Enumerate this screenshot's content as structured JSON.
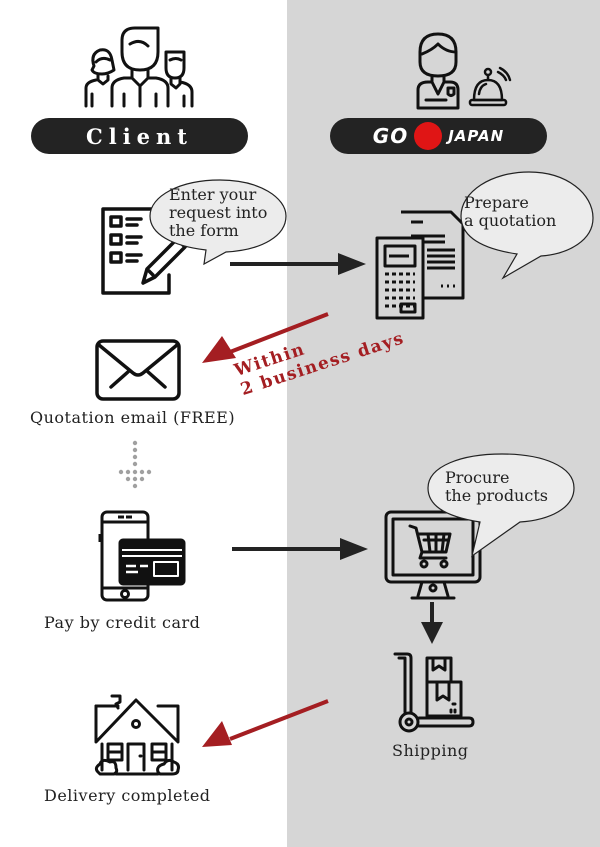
{
  "columns": {
    "client": {
      "label": "Client",
      "background": "#ffffff"
    },
    "company": {
      "logo_left": "GO",
      "logo_right": "JAPAN",
      "logo_dot_color": "#e01515",
      "background": "#d6d6d6"
    }
  },
  "steps": {
    "form": {
      "icon": "form-pencil-icon",
      "bubble": "Enter your\nrequest into\nthe form"
    },
    "quotation": {
      "icon": "calculator-document-icon",
      "bubble": "Prepare\na quotation"
    },
    "email": {
      "icon": "envelope-icon",
      "label": "Quotation email (FREE)"
    },
    "timing_note": {
      "text": "Within\n2 business days",
      "color": "#a41e22"
    },
    "payment": {
      "icon": "phone-credit-card-icon",
      "label": "Pay by credit card"
    },
    "procure": {
      "icon": "monitor-cart-icon",
      "bubble": "Procure\nthe products"
    },
    "shipping": {
      "icon": "hand-truck-boxes-icon",
      "label": "Shipping"
    },
    "delivery": {
      "icon": "house-icon",
      "label": "Delivery completed"
    }
  },
  "colors": {
    "arrow_dark": "#232323",
    "arrow_red": "#a41e22",
    "dotted_arrow": "#a0a0a0",
    "pill": "#232323",
    "bubble_fill": "#ececec"
  }
}
